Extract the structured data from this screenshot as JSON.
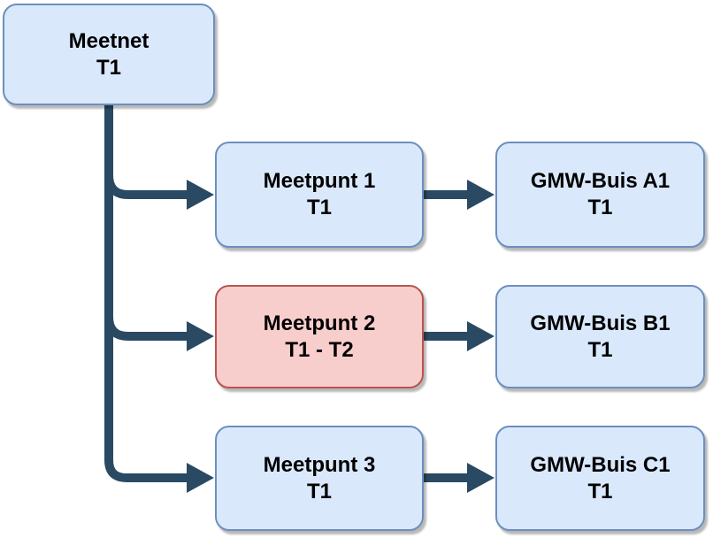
{
  "nodes": {
    "meetnet": {
      "title": "Meetnet",
      "subtitle": "T1",
      "variant": "blue"
    },
    "meetpunt1": {
      "title": "Meetpunt 1",
      "subtitle": "T1",
      "variant": "blue"
    },
    "meetpunt2": {
      "title": "Meetpunt 2",
      "subtitle": "T1 - T2",
      "variant": "red"
    },
    "meetpunt3": {
      "title": "Meetpunt 3",
      "subtitle": "T1",
      "variant": "blue"
    },
    "gmw_a1": {
      "title": "GMW-Buis A1",
      "subtitle": "T1",
      "variant": "blue"
    },
    "gmw_b1": {
      "title": "GMW-Buis B1",
      "subtitle": "T1",
      "variant": "blue"
    },
    "gmw_c1": {
      "title": "GMW-Buis C1",
      "subtitle": "T1",
      "variant": "blue"
    }
  },
  "edges": [
    {
      "from": "meetnet",
      "to": "meetpunt1"
    },
    {
      "from": "meetnet",
      "to": "meetpunt2"
    },
    {
      "from": "meetnet",
      "to": "meetpunt3"
    },
    {
      "from": "meetpunt1",
      "to": "gmw_a1"
    },
    {
      "from": "meetpunt2",
      "to": "gmw_b1"
    },
    {
      "from": "meetpunt3",
      "to": "gmw_c1"
    }
  ],
  "colors": {
    "canvas_bg": "#ffffff",
    "node_blue_fill": "#dae8fc",
    "node_blue_border": "#6c8ebf",
    "node_red_fill": "#f8cecc",
    "node_red_border": "#b85450",
    "connector": "#2a4a63",
    "text": "#000000"
  }
}
